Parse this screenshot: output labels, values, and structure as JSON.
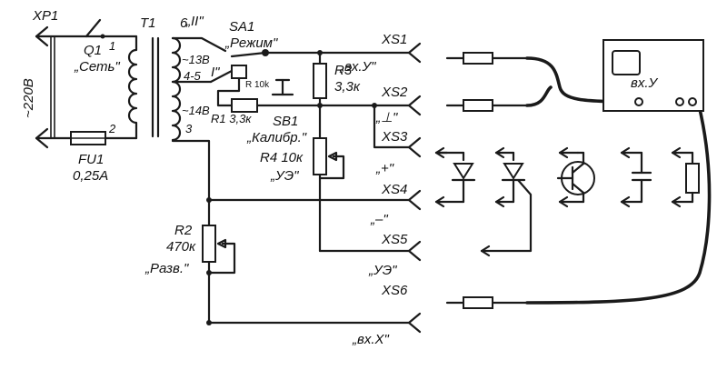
{
  "labels": {
    "xp1": "XP1",
    "mains_voltage": "~220В",
    "q1": "Q1",
    "q1_pin": "1",
    "q1_name": "„Сеть\"",
    "fu1": "FU1",
    "fu1_rating": "0,25А",
    "fu1_pin": "2",
    "t1": "T1",
    "t1_pin6": "6",
    "winding_13v": "~13В",
    "winding_13v_pins": "4-5",
    "winding_14v": "~14В",
    "winding_14v_pin": "3",
    "pos_ii": "„II\"",
    "pos_i": "I\"",
    "sa1": "SA1",
    "sa1_name": "„Режим\"",
    "r_10k": "R 10k",
    "r1": "R1 3,3к",
    "sb1": "SB1",
    "sb1_name": "„Калибр.\"",
    "r3": "R3",
    "r3_value": "3,3к",
    "r4": "R4 10к",
    "r4_name": "„УЭ\"",
    "r2": "R2",
    "r2_value": "470к",
    "r2_name": "„Разв.\"",
    "xs1": "XS1",
    "xs1_name": "„вх.У\"",
    "xs2": "XS2",
    "xs2_name": "„⊥\"",
    "xs3": "XS3",
    "xs3_name": "„+\"",
    "xs4": "XS4",
    "xs4_name": "„–\"",
    "xs5": "XS5",
    "xs5_name": "„УЭ\"",
    "xs6": "XS6",
    "xs6_name": "„вх.Х\"",
    "scope_label": "вх.У"
  }
}
